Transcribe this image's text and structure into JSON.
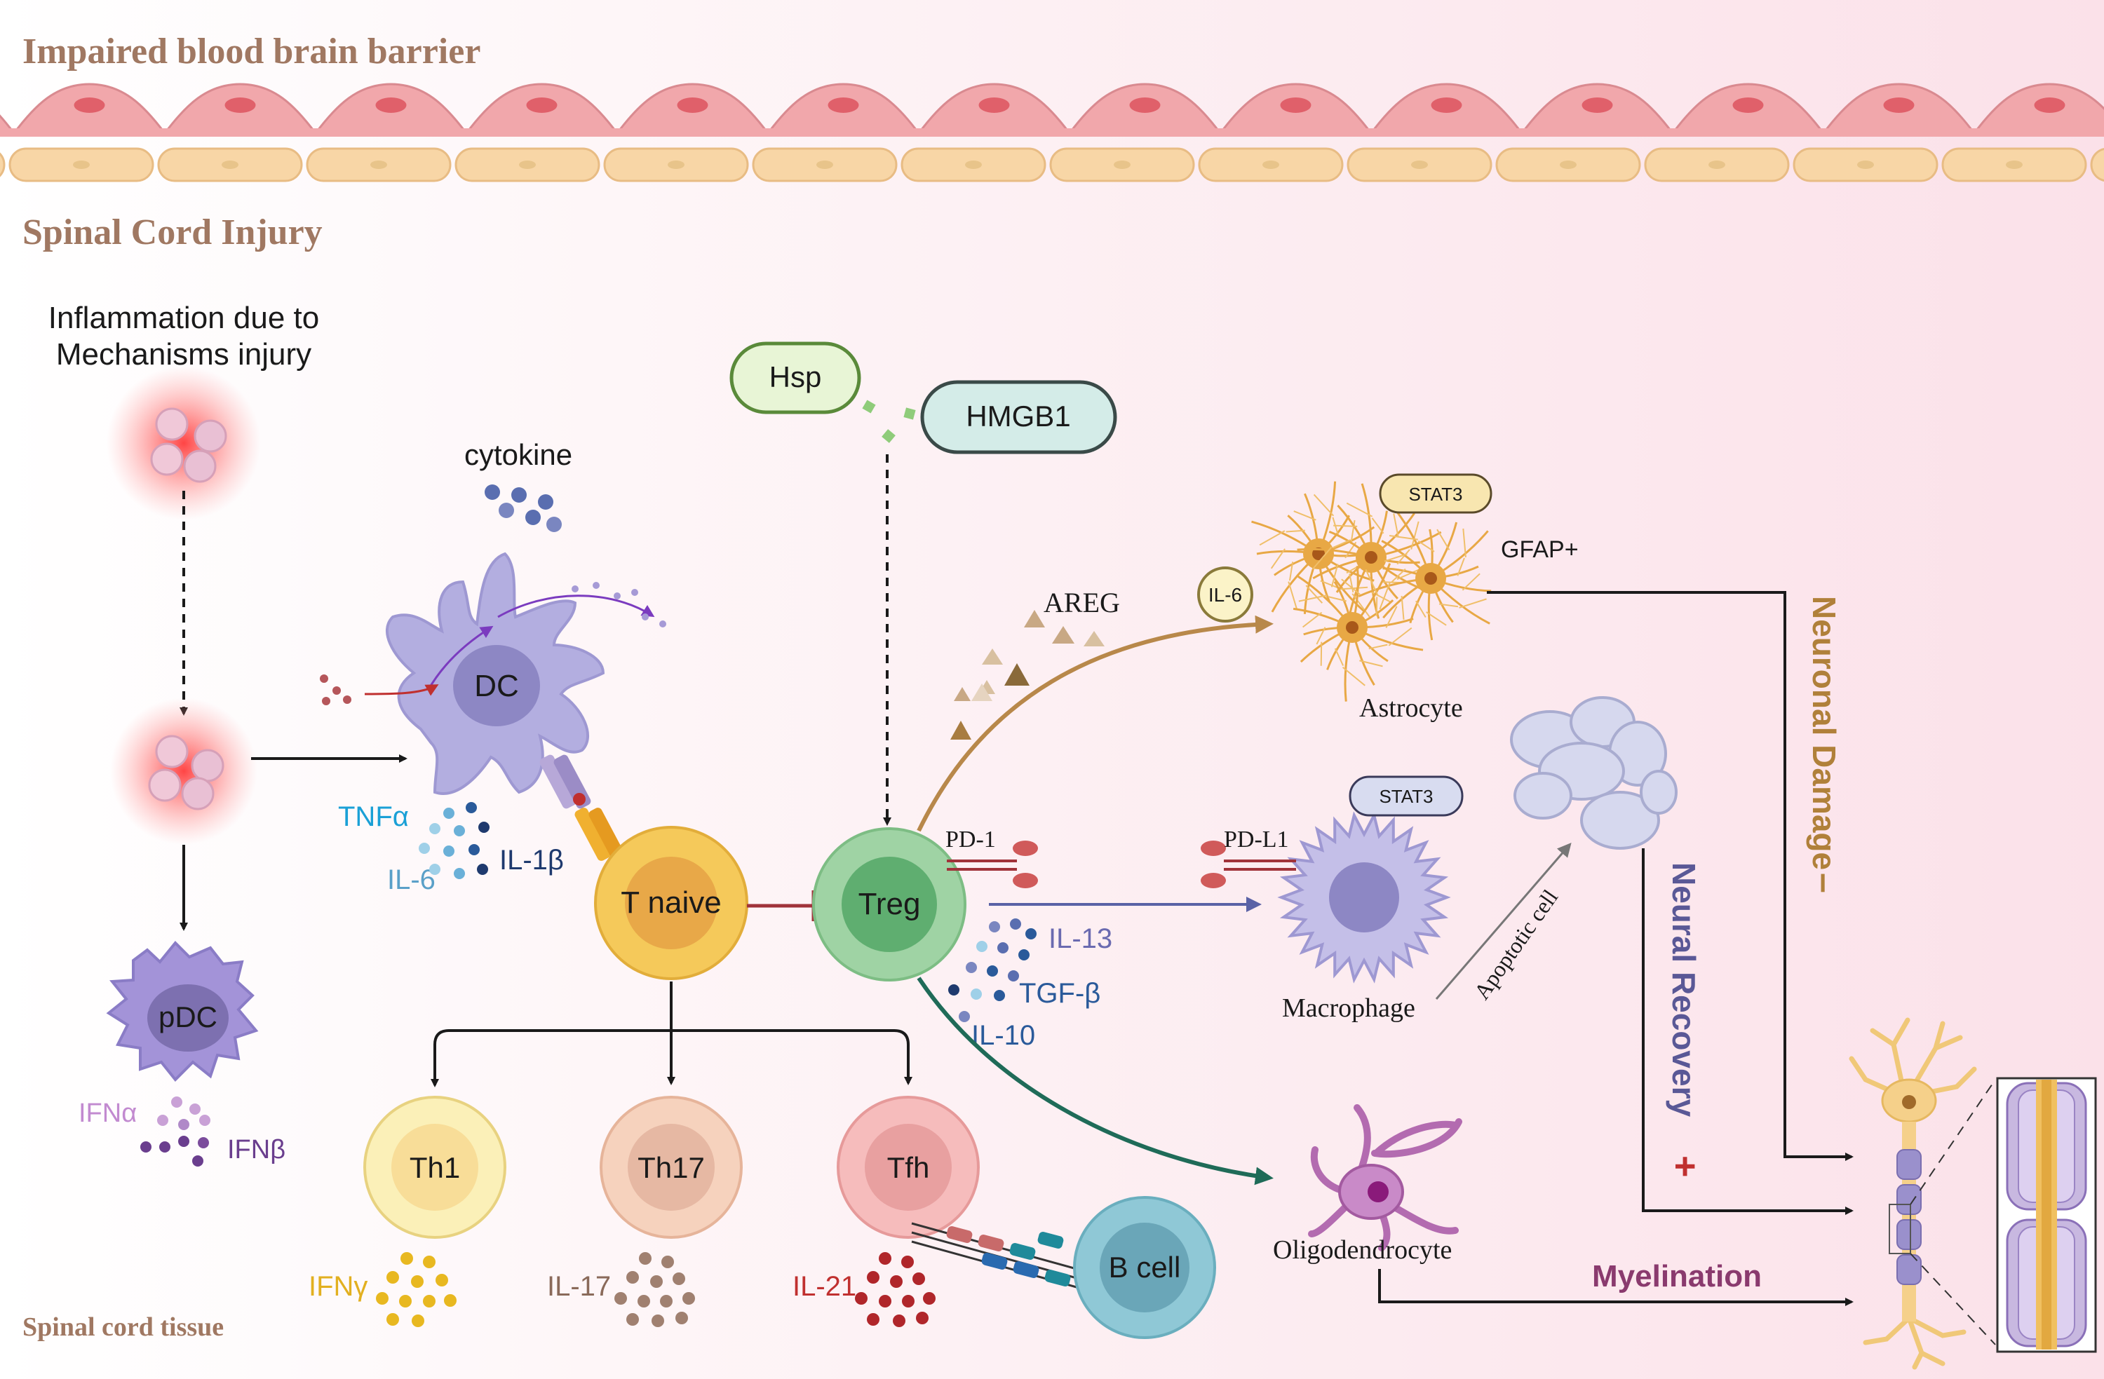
{
  "header": {
    "barrier_title": "Impaired blood brain barrier",
    "injury_title": "Spinal Cord Injury",
    "tissue_label": "Spinal cord  tissue"
  },
  "inflammation": {
    "line1": "Inflammation due to",
    "line2": "Mechanisms injury"
  },
  "cells": {
    "dc": "DC",
    "pdc": "pDC",
    "t_naive": "T naive",
    "treg": "Treg",
    "th1": "Th1",
    "th17": "Th17",
    "tfh": "Tfh",
    "b_cell": "B cell",
    "astrocyte": "Astrocyte",
    "macrophage": "Macrophage",
    "oligodendrocyte": "Oligodendrocyte"
  },
  "labels": {
    "cytokine": "cytokine",
    "tnfa": "TNFα",
    "il6": "IL-6",
    "il1b": "IL-1β",
    "ifna": "IFNα",
    "ifnb": "IFNβ",
    "ifng": "IFNγ",
    "il17": "IL-17",
    "il21": "IL-21",
    "il13": "IL-13",
    "tgfb": "TGF-β",
    "il10": "IL-10",
    "hsp": "Hsp",
    "hmgb1": "HMGB1",
    "areg": "AREG",
    "il6_small": "IL-6",
    "stat3_astro": "STAT3",
    "stat3_macro": "STAT3",
    "gfap": "GFAP+",
    "pd1": "PD-1",
    "pdl1": "PD-L1",
    "apoptotic": "Apoptotic cell",
    "myelination": "Myelination",
    "neuronal_damage": "Neuronal Damage",
    "neuronal_damage_sign": "–",
    "neural_recovery": "Neural Recovery",
    "neural_recovery_sign": "+"
  },
  "colors": {
    "bg_pink": "#fce8ee",
    "endothelial": "#f1a7ab",
    "basement": "#f8d6a6",
    "header_text": "#a07862",
    "dc_purple": "#b3aee0",
    "treg_green": "#9fd3a4",
    "t_naive_yellow": "#f5c95a",
    "areg_brown": "#b8884a",
    "recovery_purple": "#5a5896",
    "myelination_purple": "#8a3a6e",
    "damage_brown": "#b0803a"
  }
}
